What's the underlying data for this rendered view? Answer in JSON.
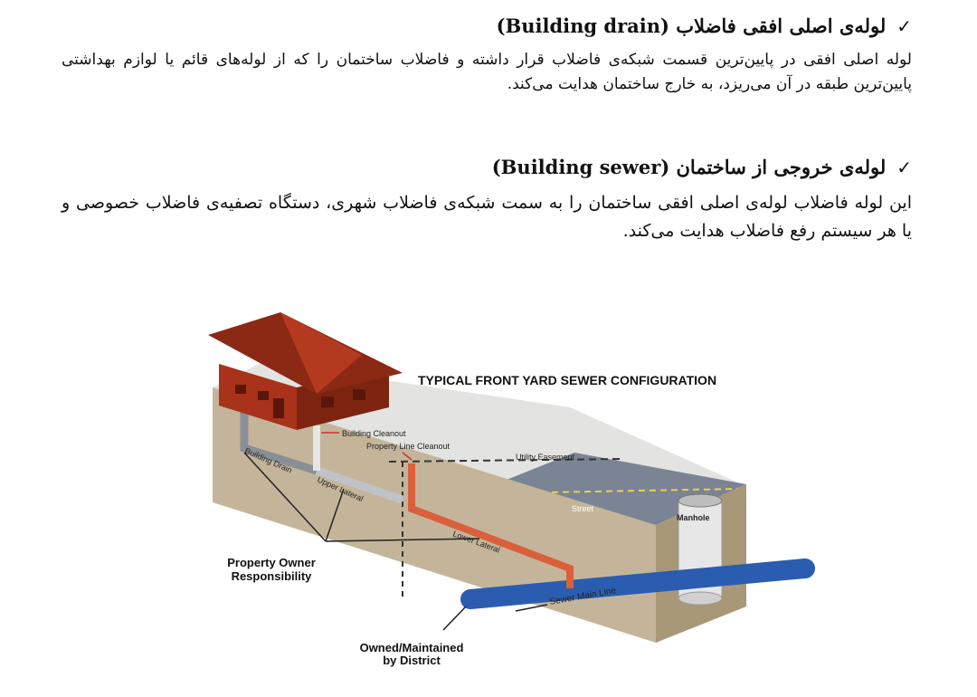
{
  "sections": [
    {
      "check": "✓",
      "title": "لوله‌ی اصلی افقی فاضلاب (Building drain)",
      "body": "لوله اصلی افقی در پایین‌ترین قسمت شبکه‌ی فاضلاب قرار داشته و فاضلاب ساختمان را که از لوله‌های قائم یا لوازم بهداشتی پایین‌ترین طبقه در آن می‌ریزد، به خارج ساختمان هدایت می‌کند."
    },
    {
      "check": "✓",
      "title": "لوله‌ی خروجی از ساختمان (Building sewer)",
      "body": "این لوله فاضلاب لوله‌ی اصلی افقی ساختمان را به سمت شبکه‌ی فاضلاب شهری، دستگاه تصفیه‌ی فاضلاب خصوصی و یا هر سیستم رفع فاضلاب هدایت می‌کند."
    }
  ],
  "figure": {
    "title": "TYPICAL FRONT YARD SEWER CONFIGURATION",
    "labels": {
      "building_cleanout": "Building Cleanout",
      "property_line_cleanout": "Property Line Cleanout",
      "utility_easement": "Utility Easement",
      "building_drain": "Building Drain",
      "upper_lateral": "Upper Lateral",
      "lower_lateral": "Lower Lateral",
      "street": "Street",
      "manhole": "Manhole",
      "sewer_main": "Sewer Main Line",
      "owner_line1": "Property Owner",
      "owner_line2": "Responsibility",
      "district_line1": "Owned/Maintained",
      "district_line2": "by District"
    },
    "colors": {
      "house": "#a8321a",
      "roof": "#8c2914",
      "lateral": "#d9603a",
      "main_pipe": "#2a5db0",
      "ground_top": "#e3e3e1",
      "ground_front": "#c4b59a",
      "ground_side": "#a99878",
      "street": "#7a8494"
    }
  }
}
